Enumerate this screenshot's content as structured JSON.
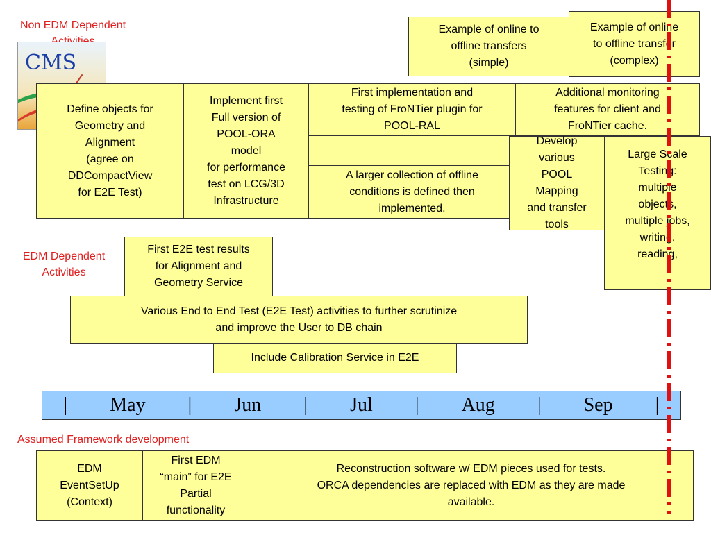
{
  "labels": {
    "non_edm": "Non EDM Dependent\nActivities",
    "edm": "EDM Dependent\nActivities",
    "framework": "Assumed Framework development"
  },
  "logo": {
    "text": "CMS"
  },
  "boxes": {
    "online_simple": "Example of online to\noffline transfers\n(simple)",
    "online_complex": "Example of online\nto offline transfer\n(complex)",
    "define_objects": "Define objects for\nGeometry and\nAlignment\n(agree on\nDDCompactView\nfor E2E Test)",
    "implement_pool": "Implement first\nFull version of\nPOOL-ORA\nmodel\nfor performance\ntest on LCG/3D\nInfrastructure",
    "frontier_plugin": "First implementation and\ntesting of FroNTier plugin for\nPOOL-RAL",
    "monitoring": "Additional monitoring\nfeatures for client and\nFroNTier cache.",
    "offline_collection": "A larger collection of offline\nconditions is defined then\nimplemented.",
    "pool_mapping": "Develop\nvarious\nPOOL\nMapping\nand transfer\ntools",
    "large_scale": "Large Scale\nTesting:\n multiple\nobjects,\nmultiple  jobs,\nwriting,\nreading,",
    "e2e_results": "First E2E test results\nfor Alignment and\nGeometry Service",
    "e2e_activities": "Various End to End Test (E2E Test) activities to further scrutinize\nand improve the User to DB chain",
    "calibration": "Include Calibration Service in E2E",
    "edm_eventsetup": "EDM\nEventSetUp\n(Context)",
    "first_edm": "First EDM\n“main” for E2E\nPartial\nfunctionality",
    "reconstruction": "Reconstruction software w/ EDM  pieces used for tests.\nORCA dependencies are replaced with EDM as they are made\navailable."
  },
  "timeline": {
    "separator": "|",
    "months": [
      "May",
      "Jun",
      "Jul",
      "Aug",
      "Sep"
    ]
  },
  "colors": {
    "box_fill": "#ffff99",
    "timeline_fill": "#99ccff",
    "label_red": "#e02020",
    "deadline_line": "#e01010"
  }
}
